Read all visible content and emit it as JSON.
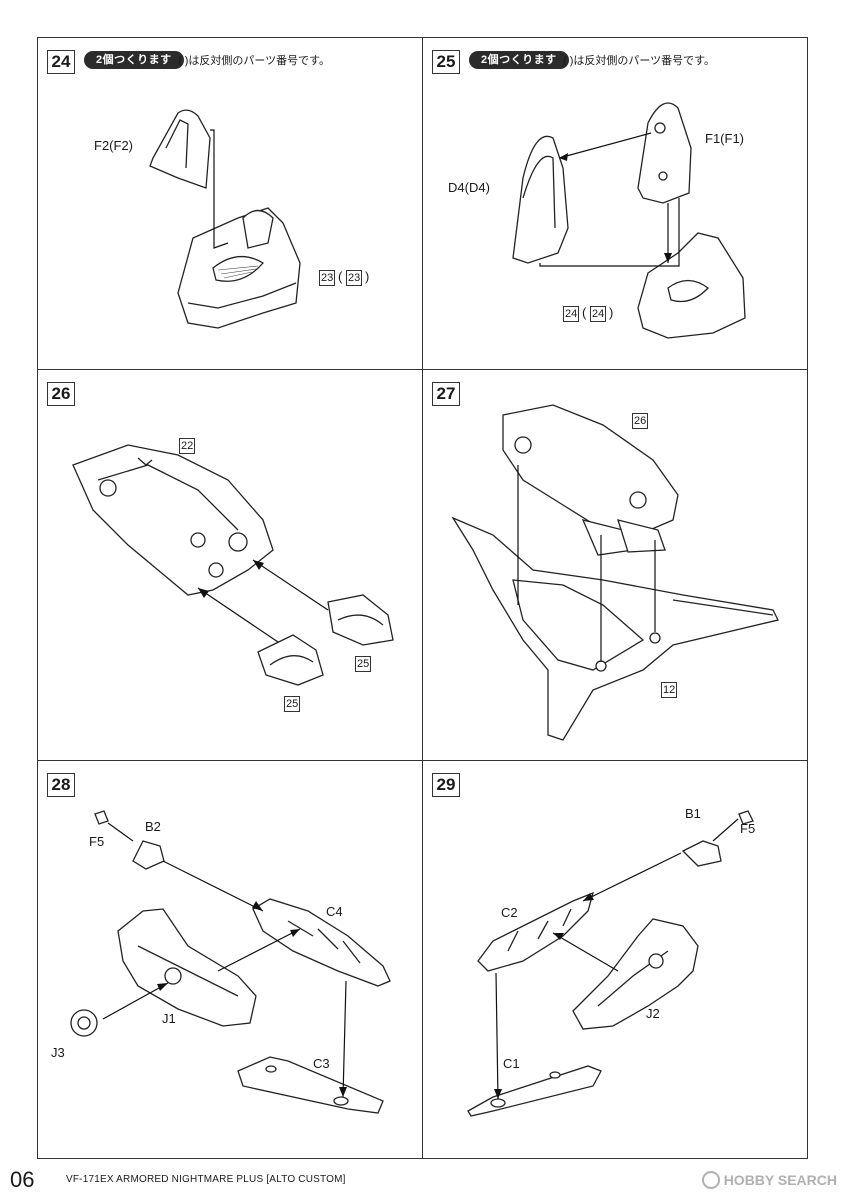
{
  "steps": {
    "s24": {
      "number": "24",
      "badge": "2個つくります",
      "note": "(    )は反対側のパーツ番号です。",
      "labels": {
        "part": "F2(F2)",
        "ref_a": "23",
        "paren_open": "(",
        "ref_b": "23",
        "paren_close": ")"
      }
    },
    "s25": {
      "number": "25",
      "badge": "2個つくります",
      "note": "(    )は反対側のパーツ番号です。",
      "labels": {
        "part_a": "F1(F1)",
        "part_b": "D4(D4)",
        "ref_a": "24",
        "paren_open": "(",
        "ref_b": "24",
        "paren_close": ")"
      }
    },
    "s26": {
      "number": "26",
      "labels": {
        "ref_top": "22",
        "ref_mid": "25",
        "ref_bottom": "25"
      }
    },
    "s27": {
      "number": "27",
      "labels": {
        "ref_top": "26",
        "ref_bottom": "12"
      }
    },
    "s28": {
      "number": "28",
      "labels": {
        "f5": "F5",
        "b2": "B2",
        "c4": "C4",
        "j1": "J1",
        "j3": "J3",
        "c3": "C3"
      }
    },
    "s29": {
      "number": "29",
      "labels": {
        "b1": "B1",
        "f5": "F5",
        "c2": "C2",
        "j2": "J2",
        "c1": "C1"
      }
    }
  },
  "footer": {
    "page_number": "06",
    "title": "VF-171EX ARMORED NIGHTMARE PLUS [ALTO CUSTOM]",
    "watermark": "HOBBY SEARCH"
  }
}
